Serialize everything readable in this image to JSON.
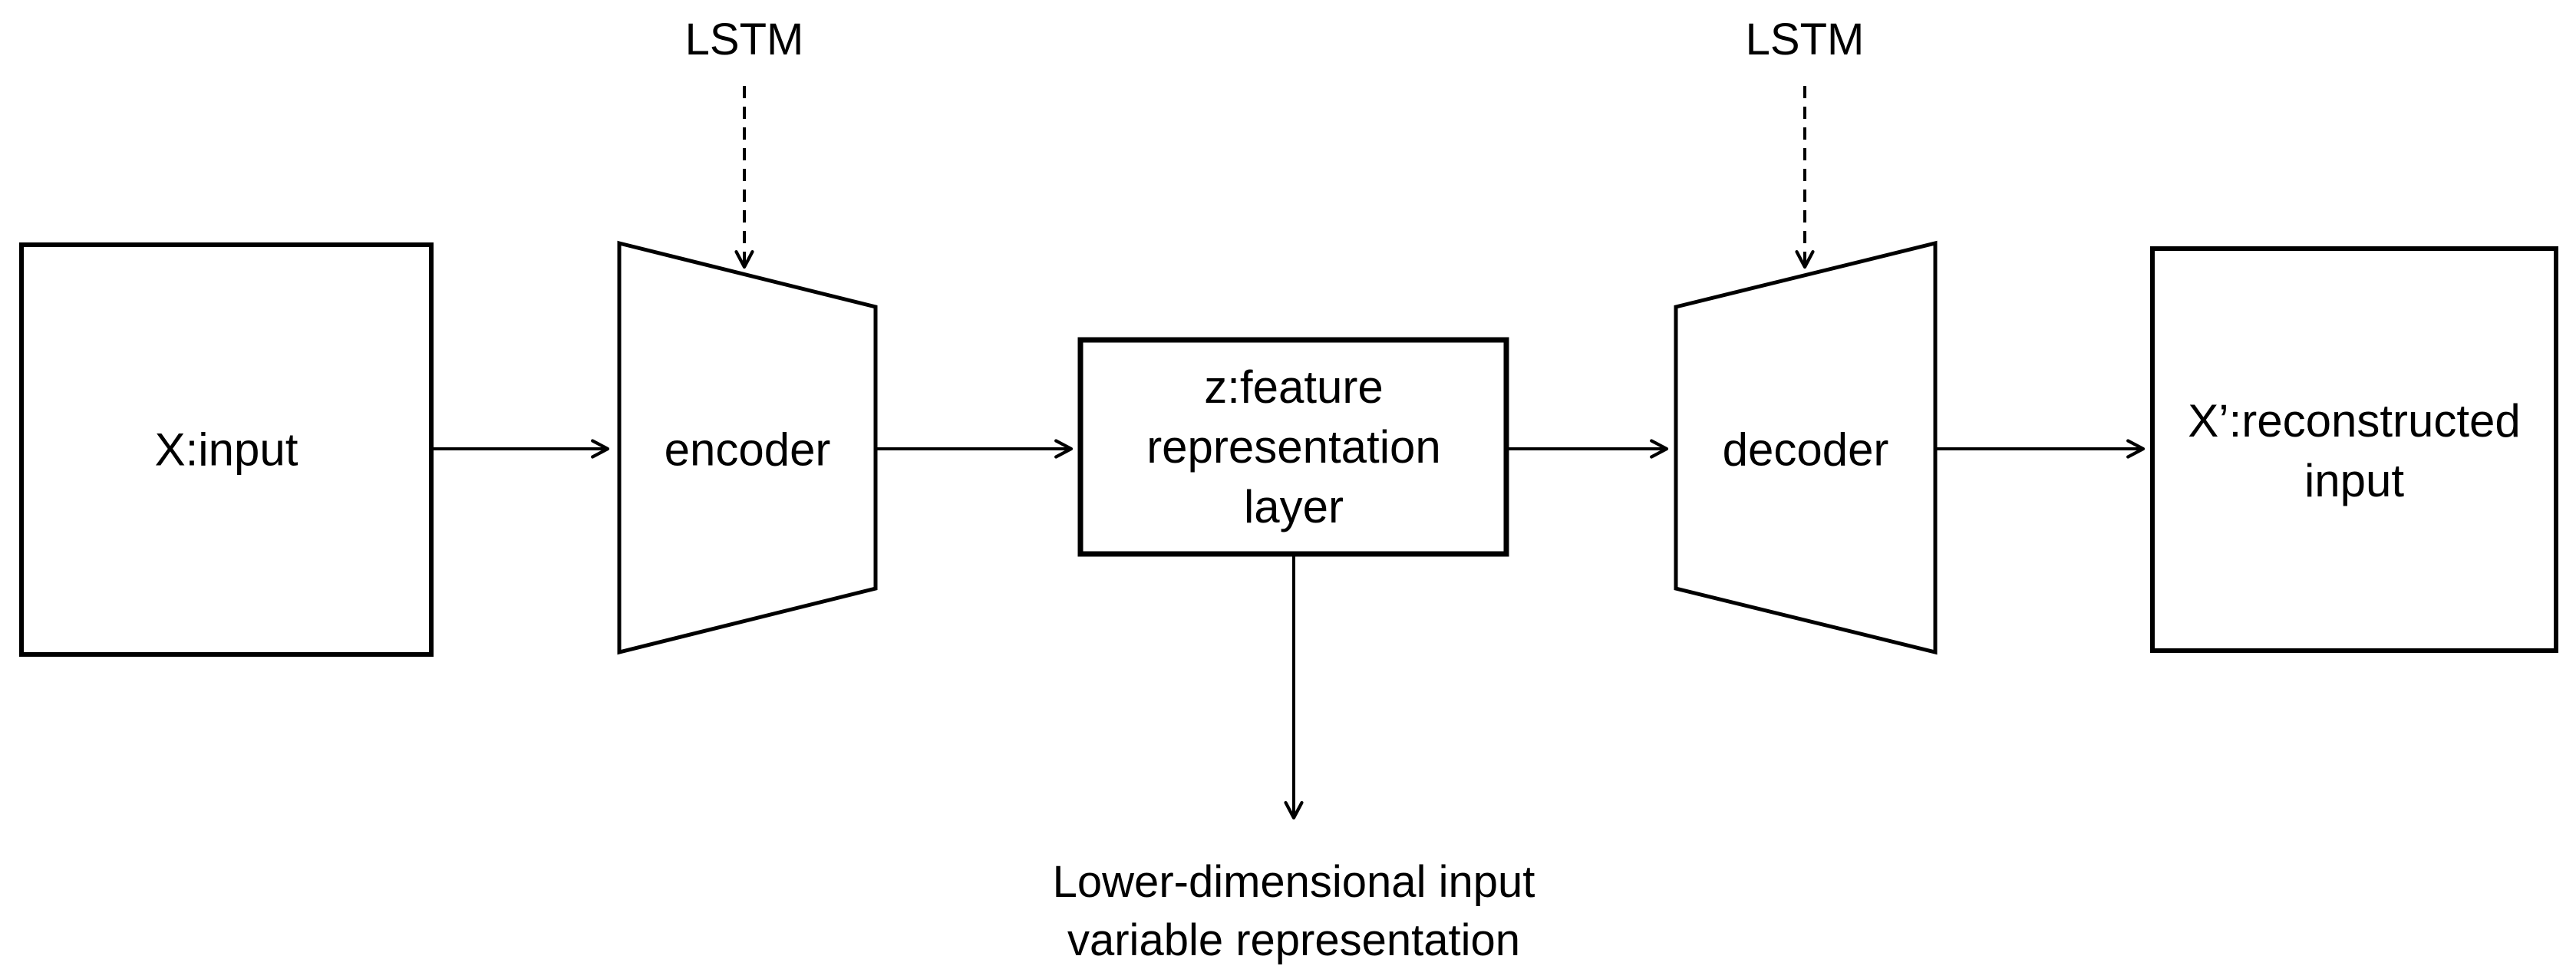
{
  "colors": {
    "background": "#ffffff",
    "stroke": "#000000",
    "text": "#000000"
  },
  "nodes": {
    "input": {
      "label": "X:input"
    },
    "encoder": {
      "label": "encoder",
      "lstm_annotation": "LSTM"
    },
    "z_layer": {
      "lines": [
        "z:feature",
        "representation",
        "layer"
      ]
    },
    "decoder": {
      "label": "decoder",
      "lstm_annotation": "LSTM"
    },
    "output": {
      "lines": [
        "X’:reconstructed",
        "input"
      ]
    }
  },
  "caption": {
    "lines": [
      "Lower-dimensional input",
      "variable representation"
    ]
  },
  "edges": [
    {
      "from": "input",
      "to": "encoder",
      "style": "solid-arrow"
    },
    {
      "from": "encoder",
      "to": "z_layer",
      "style": "solid-arrow"
    },
    {
      "from": "z_layer",
      "to": "decoder",
      "style": "solid-arrow"
    },
    {
      "from": "decoder",
      "to": "output",
      "style": "solid-arrow"
    },
    {
      "from": "z_layer",
      "to": "caption",
      "style": "solid-arrow"
    },
    {
      "from": "encoder-lstm-annotation",
      "to": "encoder",
      "style": "dashed-arrow"
    },
    {
      "from": "decoder-lstm-annotation",
      "to": "decoder",
      "style": "dashed-arrow"
    }
  ]
}
